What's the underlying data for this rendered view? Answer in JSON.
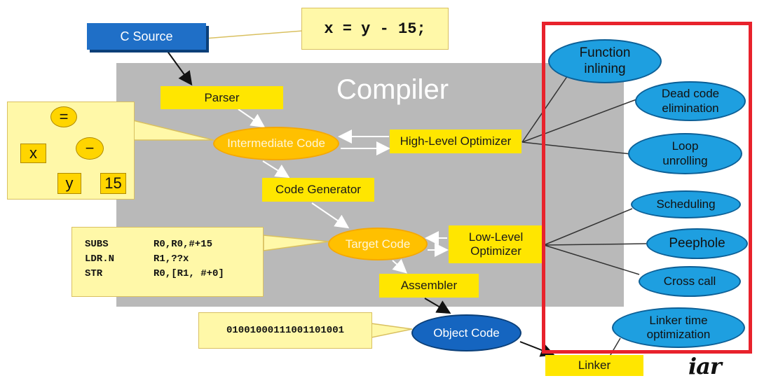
{
  "compiler": {
    "title": "Compiler"
  },
  "c_source": {
    "label": "C Source"
  },
  "source_code": {
    "text": "x = y - 15;"
  },
  "stages": {
    "parser": "Parser",
    "intermediate_code": "Intermediate Code",
    "high_level_optimizer": "High-Level Optimizer",
    "code_generator": "Code Generator",
    "target_code": "Target Code",
    "low_level_optimizer_1": "Low-Level",
    "low_level_optimizer_2": "Optimizer",
    "assembler": "Assembler",
    "object_code": "Object Code",
    "linker": "Linker"
  },
  "syntax_tree": {
    "root": "=",
    "left": "x",
    "minus": "−",
    "y": "y",
    "fifteen": "15"
  },
  "assembly": {
    "lines": [
      {
        "op": "SUBS",
        "args": "R0,R0,#+15"
      },
      {
        "op": "LDR.N",
        "args": "R1,??x"
      },
      {
        "op": "STR",
        "args": "R0,[R1, #+0]"
      }
    ]
  },
  "binary": {
    "text": "0100100011100110100​1"
  },
  "optimizations": {
    "function_inlining_1": "Function",
    "function_inlining_2": "inlining",
    "dead_code_1": "Dead code",
    "dead_code_2": "elimination",
    "loop_1": "Loop",
    "loop_2": "unrolling",
    "scheduling": "Scheduling",
    "peephole": "Peephole",
    "cross_call": "Cross call",
    "linker_time_1": "Linker time",
    "linker_time_2": "optimization"
  },
  "logo": {
    "text": "iar"
  },
  "colors": {
    "accent_red": "#e8222c",
    "box_yellow": "#ffe600",
    "oval_orange": "#ffc000",
    "oval_blue": "#1e9fe0",
    "source_blue": "#1f6fc7"
  }
}
